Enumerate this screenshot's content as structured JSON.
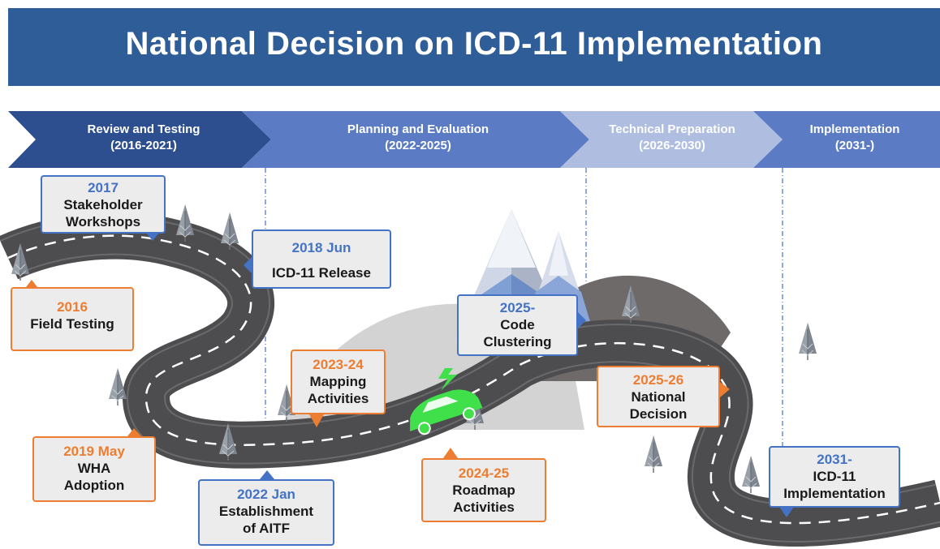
{
  "title": "National Decision on ICD-11 Implementation",
  "colors": {
    "banner": "#2e5d97",
    "blue_accent": "#4472c4",
    "orange_accent": "#ed7d31",
    "road": "#4d4d4f",
    "car": "#3fe04a"
  },
  "phases": [
    {
      "name": "Review and Testing",
      "period": "(2016-2021)",
      "color": "#2e4f8f"
    },
    {
      "name": "Planning and Evaluation",
      "period": "(2022-2025)",
      "color": "#5b7cc4"
    },
    {
      "name": "Technical Preparation",
      "period": "(2026-2030)",
      "color": "#aebde0"
    },
    {
      "name": "Implementation",
      "period": "(2031-)",
      "color": "#5b7cc4"
    }
  ],
  "milestones": [
    {
      "date": "2017",
      "label": "Stakeholder Workshops",
      "lines": [
        "Stakeholder",
        "Workshops"
      ],
      "color": "blue"
    },
    {
      "date": "2018 Jun",
      "label": "ICD-11 Release",
      "lines": [
        "ICD-11 Release"
      ],
      "color": "blue"
    },
    {
      "date": "2016",
      "label": "Field Testing",
      "lines": [
        "Field Testing"
      ],
      "color": "orange"
    },
    {
      "date": "2025-",
      "label": "Code Clustering",
      "lines": [
        "Code",
        "Clustering"
      ],
      "color": "blue"
    },
    {
      "date": "2023-24",
      "label": "Mapping Activities",
      "lines": [
        "Mapping",
        "Activities"
      ],
      "color": "orange"
    },
    {
      "date": "2025-26",
      "label": "National Decision",
      "lines": [
        "National",
        "Decision"
      ],
      "color": "orange"
    },
    {
      "date": "2019 May",
      "label": "WHA Adoption",
      "lines": [
        "WHA",
        "Adoption"
      ],
      "color": "orange"
    },
    {
      "date": "2022 Jan",
      "label": "Establishment of AITF",
      "lines": [
        "Establishment",
        "of AITF"
      ],
      "color": "blue"
    },
    {
      "date": "2024-25",
      "label": "Roadmap Activities",
      "lines": [
        "Roadmap",
        "Activities"
      ],
      "color": "orange"
    },
    {
      "date": "2031-",
      "label": "ICD-11 Implementation",
      "lines": [
        "ICD-11",
        "Implementation"
      ],
      "color": "blue"
    }
  ]
}
